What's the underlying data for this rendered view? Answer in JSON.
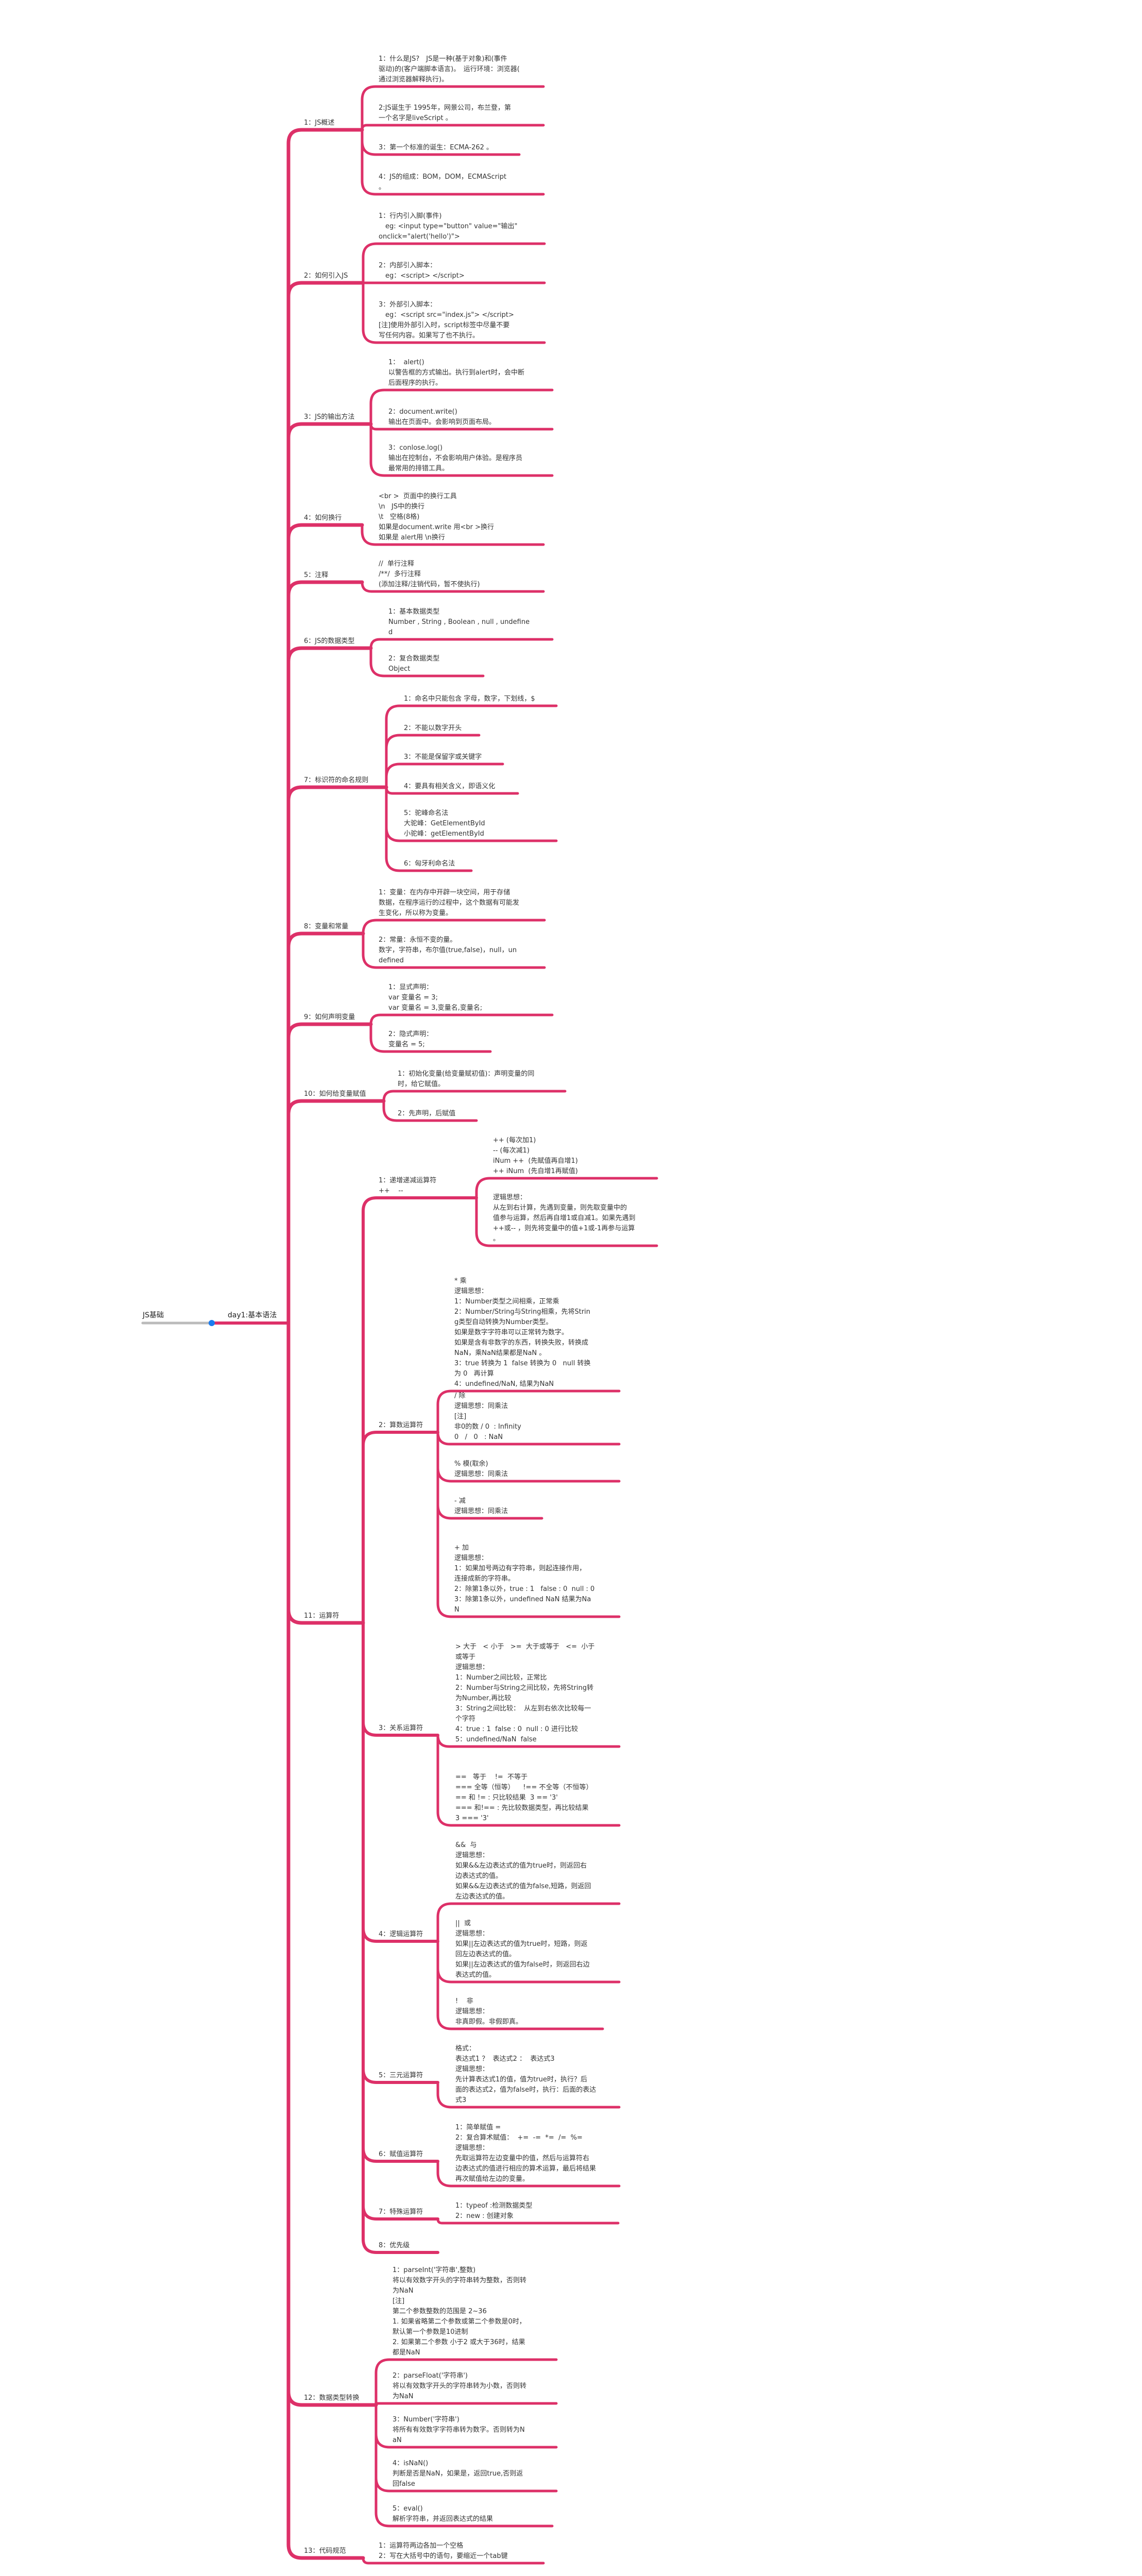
{
  "root": "JS基础",
  "day": "day1:基本语法",
  "colors": {
    "branch": "#dd3068",
    "root_line": "#bbbbbb",
    "root_dot": "#1a7cf0"
  },
  "sections": [
    {
      "title": "1：JS概述",
      "items": [
        "1：什么是JS?　JS是一种(基于对象)和(事件\n驱动)的(客户端脚本语言)。　运行环境：浏览器(\n通过浏览器解释执行)。",
        "2:JS诞生于 1995年，网景公司，布兰登，第\n一个名字是liveScript 。",
        "3：第一个标准的诞生：ECMA-262 。",
        "4：JS的组成：BOM，DOM，ECMAScript\n。"
      ]
    },
    {
      "title": "2：如何引入JS",
      "items": [
        "1：行内引入脚(事件)\n　eg: <input type=\"button\" value=\"输出\"\nonclick=\"alert('hello')\">",
        "2：内部引入脚本：\n　eg：<script> </script>",
        "3：外部引入脚本：\n　eg：<script src=\"index.js\"> </script>\n[注]使用外部引入时，script标签中尽量不要\n写任何内容。如果写了也不执行。"
      ]
    },
    {
      "title": "3：JS的输出方法",
      "items": [
        "1：  alert()\n以警告框的方式输出。执行到alert时，会中断\n后面程序的执行。",
        "2：document.write()\n输出在页面中。会影响到页面布局。",
        "3：conlose.log()\n输出在控制台，不会影响用户体验。是程序员\n最常用的排错工具。"
      ]
    },
    {
      "title": "4：如何换行",
      "items": [
        "<br >  页面中的换行工具\n\\n   JS中的换行\n\\t   空格(8格)\n如果是document.write 用<br >换行\n如果是 alert用 \\n换行"
      ]
    },
    {
      "title": "5：注释",
      "items": [
        "//  单行注释\n/**/  多行注释\n(添加注释/注销代码，暂不使执行)"
      ]
    },
    {
      "title": "6：JS的数据类型",
      "items": [
        "1：基本数据类型\nNumber , String , Boolean , null , undefine\nd",
        "2：复合数据类型\nObject"
      ]
    },
    {
      "title": "7：标识符的命名规则",
      "items": [
        "1：命名中只能包含 字母，数字，下划线，$",
        "2：不能以数字开头",
        "3：不能是保留字或关键字",
        "4：要具有相关含义，即语义化",
        "5：驼峰命名法\n大驼峰：GetElementById\n小驼峰：getElementById",
        "6：匈牙利命名法"
      ]
    },
    {
      "title": "8：变量和常量",
      "items": [
        "1：变量：在内存中开辟一块空间，用于存储\n数据，在程序运行的过程中，这个数据有可能发\n生变化，所以称为变量。",
        "2：常量：永恒不变的量。\n数字，字符串，布尔值(true,false)，null，un\ndefined"
      ]
    },
    {
      "title": "9：如何声明变量",
      "items": [
        "1：显式声明：\nvar 变量名 = 3;\nvar 变量名 = 3,变量名,变量名;",
        "2：隐式声明：\n变量名 = 5;"
      ]
    },
    {
      "title": "10：如何给变量赋值",
      "items": [
        "1：初始化变量(给变量赋初值)：声明变量的同\n时，给它赋值。",
        "2：先声明，后赋值"
      ]
    },
    {
      "title": "11：运算符",
      "subs": [
        {
          "title": "1：递增递减运算符\n++    --",
          "items": [
            "++ (每次加1)\n-- (每次减1)\niNum ++  (先赋值再自增1)\n++ iNum  (先自增1再赋值)",
            "逻辑思想：\n从左到右计算，先遇到变量，则先取变量中的\n值参与运算，然后再自增1或自减1。如果先遇到\n++或-- ，则先将变量中的值+1或-1再参与运算\n。"
          ]
        },
        {
          "title": "2：算数运算符",
          "items": [
            "* 乘\n逻辑思想：\n1：Number类型之间相乘，正常乘\n2：Number/String与String相乘，先将Strin\ng类型自动转换为Number类型。\n如果是数字字符串可以正常转为数字。\n如果是含有非数字的东西，转换失败，转换成\nNaN，乘NaN结果都是NaN 。\n3：true 转换为 1  false 转换为 0   null 转换\n为 0   再计算\n4：undefined/NaN, 结果为NaN",
            "/ 除\n逻辑思想：同乘法\n[注]\n非0的数 / 0  : Infinity\n0   /   0   : NaN",
            "% 模(取余)\n逻辑思想：同乘法",
            "- 减\n逻辑思想：同乘法",
            "+ 加\n逻辑思想：\n1：如果加号两边有字符串，则起连接作用，\n连接成新的字符串。\n2：除第1条以外，true : 1   false : 0  null : 0\n3：除第1条以外，undefined NaN 结果为Na\nN"
          ]
        },
        {
          "title": "3：关系运算符",
          "items": [
            "> 大于   < 小于   >=  大于或等于   <=  小于\n或等于\n逻辑思想：\n1：Number之间比较，正常比\n2：Number与String之间比较，先将String转\n为Number,再比较\n3：String之间比较：  从左到右依次比较每一\n个字符\n4：true : 1  false : 0  null : 0 进行比较\n5：undefined/NaN  false",
            "==   等于    !=  不等于\n=== 全等（恒等）    !== 不全等（不恒等）\n== 和 != : 只比较结果  3 == '3'\n=== 和!== : 先比较数据类型，再比较结果\n3 === '3'"
          ]
        },
        {
          "title": "4：逻辑运算符",
          "items": [
            "&&  与\n逻辑思想：\n如果&&左边表达式的值为true时，则返回右\n边表达式的值。\n如果&&左边表达式的值为false,短路，则返回\n左边表达式的值。",
            "||  或\n逻辑思想：\n如果||左边表达式的值为true时，短路，则返\n回左边表达式的值。\n如果||左边表达式的值为false时，则返回右边\n表达式的值。",
            "!    非\n逻辑思想：\n非真即假。非假即真。"
          ]
        },
        {
          "title": "5：三元运算符",
          "items": [
            "格式：\n表达式1 ？  表达式2 ：  表达式3\n逻辑思想：\n先计算表达式1的值，值为true时，执行？后\n面的表达式2，值为false时，执行：后面的表达\n式3"
          ]
        },
        {
          "title": "6：赋值运算符",
          "items": [
            "1：简单赋值 =\n2：复合算术赋值：  +=  -=  *=  /=  %=\n逻辑思想：\n先取运算符左边变量中的值，然后与运算符右\n边表达式的值进行相应的算术运算，最后将结果\n再次赋值给左边的变量。"
          ]
        },
        {
          "title": "7：特殊运算符",
          "items": [
            "1：typeof :检测数据类型\n2：new : 创建对象"
          ]
        },
        {
          "title": "8：优先级",
          "items": []
        }
      ]
    },
    {
      "title": "12：数据类型转换",
      "items": [
        "1：parseInt('字符串',整数)\n将以有效数字开头的字符串转为整数，否则转\n为NaN\n[注]\n第二个参数整数的范围是 2~36\n1. 如果省略第二个参数或第二个参数是0时，\n默认第一个参数是10进制\n2. 如果第二个参数 小于2 或大于36时，结果\n都是NaN",
        "2：parseFloat('字符串')\n将以有效数字开头的字符串转为小数，否则转\n为NaN",
        "3：Number('字符串')\n将所有有效数字字符串转为数字。否则转为N\naN",
        "4：isNaN()\n判断是否是NaN，如果是，返回true,否则返\n回false",
        "5：eval()\n解析字符串，并返回表达式的结果"
      ]
    },
    {
      "title": "13：代码规范",
      "items": [
        "1：运算符两边各加一个空格\n2：写在大括号中的语句，要缩近一个tab键"
      ]
    }
  ]
}
